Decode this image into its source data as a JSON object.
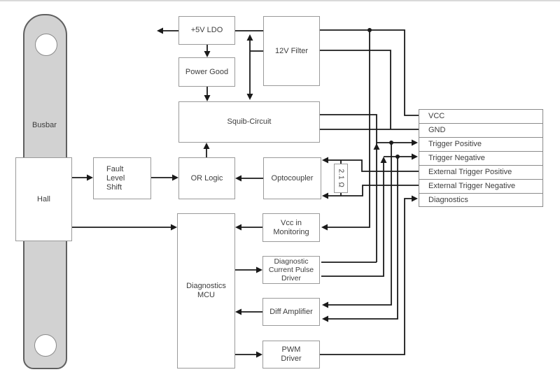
{
  "diagram": {
    "title_note": "",
    "colors": {
      "wire": "#1a1a1a",
      "box_border": "#9a9a9a",
      "busbar_fill": "#d2d2d2",
      "busbar_border": "#606060",
      "text": "#3d3d3d",
      "background": "#ffffff"
    },
    "boxes": {
      "busbar": {
        "label": "Busbar"
      },
      "hall": {
        "label": "Hall"
      },
      "fls": {
        "label": "Fault\nLevel\nShift"
      },
      "ldo": {
        "label": "+5V LDO"
      },
      "filter": {
        "label": "12V Filter"
      },
      "powergood": {
        "label": "Power Good"
      },
      "squib": {
        "label": "Squib-Circuit"
      },
      "orlogic": {
        "label": "OR Logic"
      },
      "opto": {
        "label": "Optocoupler"
      },
      "resistor": {
        "label": "2.1 Ω"
      },
      "mcu": {
        "label": "Diagnostics\nMCU"
      },
      "vccin": {
        "label": "Vcc in\nMonitoring"
      },
      "dcpd": {
        "label": "Diagnostic\nCurrent Pulse\nDriver"
      },
      "diffamp": {
        "label": "Diff Amplifier"
      },
      "pwm": {
        "label": "PWM\nDriver"
      }
    },
    "connector": {
      "rows": [
        {
          "label": "VCC"
        },
        {
          "label": "GND"
        },
        {
          "label": "Trigger Positive"
        },
        {
          "label": "Trigger Negative"
        },
        {
          "label": "External Trigger Positive"
        },
        {
          "label": "External Trigger Negative"
        },
        {
          "label": "Diagnostics"
        }
      ]
    }
  }
}
